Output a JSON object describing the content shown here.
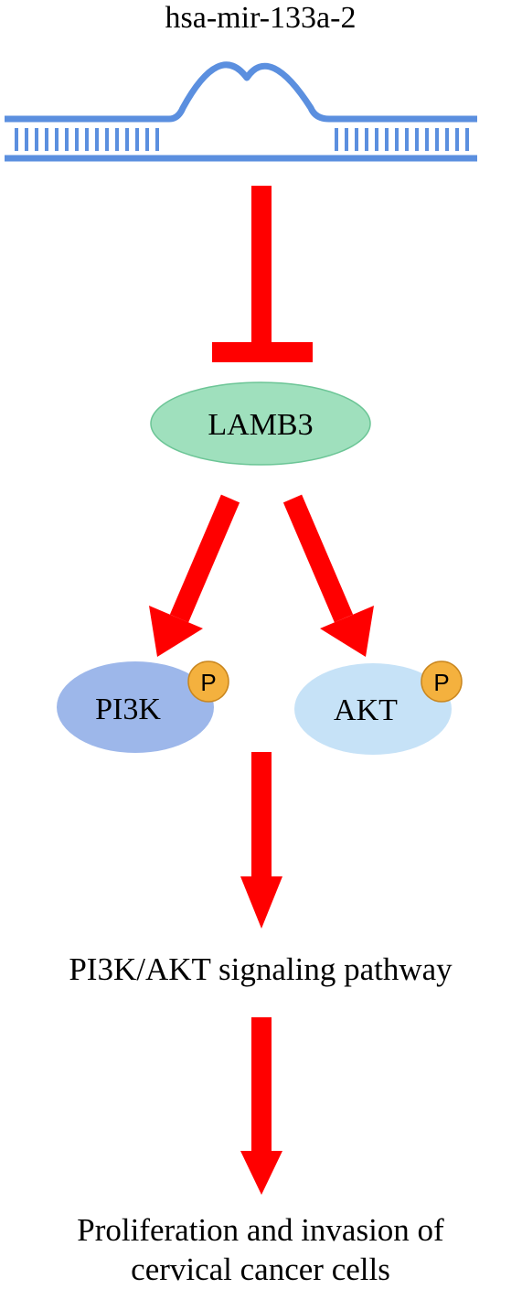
{
  "mirna": {
    "label": "hsa-mir-133a-2",
    "color": "#5b8fdf"
  },
  "inhibition": {
    "color": "#ff0000"
  },
  "lamb3": {
    "label": "LAMB3",
    "fill": "#9fe0bd",
    "stroke": "#6cc596"
  },
  "pi3k": {
    "label": "PI3K",
    "fill": "#9db7ea",
    "phospho_label": "P"
  },
  "akt": {
    "label": "AKT",
    "fill": "#c6e2f7",
    "phospho_label": "P"
  },
  "phospho": {
    "fill": "#f4b13e",
    "stroke": "#c9861e"
  },
  "pathway": {
    "label": "PI3K/AKT signaling pathway"
  },
  "outcome": {
    "line1": "Proliferation and invasion of",
    "line2": "cervical cancer cells"
  },
  "arrow_color": "#ff0000"
}
